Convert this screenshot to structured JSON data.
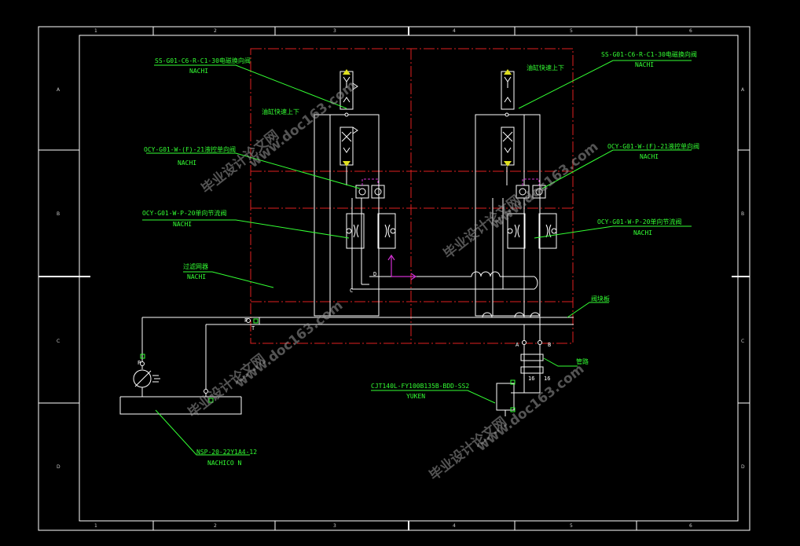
{
  "labels": {
    "valve_top_left": "SS-G01-C6-R-C1-30电磁换向阀",
    "valve_top_left_mfr": "NACHI",
    "valve_top_right": "SS-G01-C6-R-C1-30电磁换向阀",
    "valve_top_right_mfr": "NACHI",
    "check_left": "OCY-G01-W-(F)-21液控单向阀",
    "check_left_mfr": "NACHI",
    "check_right": "OCY-G01-W-(F)-21液控单向阀",
    "check_right_mfr": "NACHI",
    "throttle_left": "OCY-G01-W-P-20单向节流阀",
    "throttle_left_mfr": "NACHI",
    "throttle_right": "OCY-G01-W-P-20单向节流阀",
    "throttle_right_mfr": "NACHI",
    "relief": "过滤网器",
    "relief_mfr": "NACHI",
    "cylinder_note_left": "油缸快速上下",
    "cylinder_note_right": "油缸快速上下",
    "manifold": "阀块板",
    "pipe": "管路",
    "cylinder": "CJT140L-FY100B135B-BDD-SS2",
    "cylinder_mfr": "YUKEN",
    "pump": "NSP-20-22Y1A4-12",
    "pump_mfr": "NACHICO N"
  },
  "ports": {
    "p": "P",
    "t": "T",
    "a": "A",
    "b": "B",
    "c": "C",
    "d": "D",
    "bore_a": "16",
    "bore_b": "16"
  },
  "border": {
    "cols_top": [
      "1",
      "2",
      "3",
      "4",
      "5",
      "6"
    ],
    "cols_bottom": [
      "1",
      "2",
      "3",
      "4",
      "5",
      "6"
    ],
    "rows_left": [
      "A",
      "B",
      "C",
      "D"
    ],
    "rows_right": [
      "A",
      "B",
      "C",
      "D"
    ]
  },
  "watermark": {
    "cn": "毕业设计论文网",
    "url": "www.doc163.com"
  },
  "colors": {
    "line": "#ffffff",
    "label": "#33ff33",
    "frame_red": "#e02020",
    "magenta": "#d030d0",
    "border": "#ffffff"
  }
}
